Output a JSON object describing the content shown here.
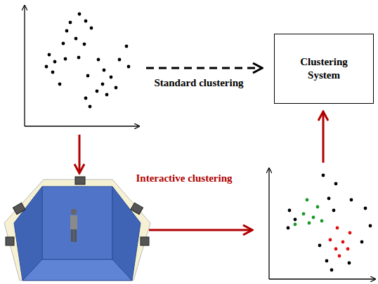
{
  "diagram": {
    "nodes": [
      {
        "text": [
          "Clustering System"
        ]
      }
    ],
    "labels": [
      "Standard clustering",
      "Interactive clustering"
    ]
  }
}
